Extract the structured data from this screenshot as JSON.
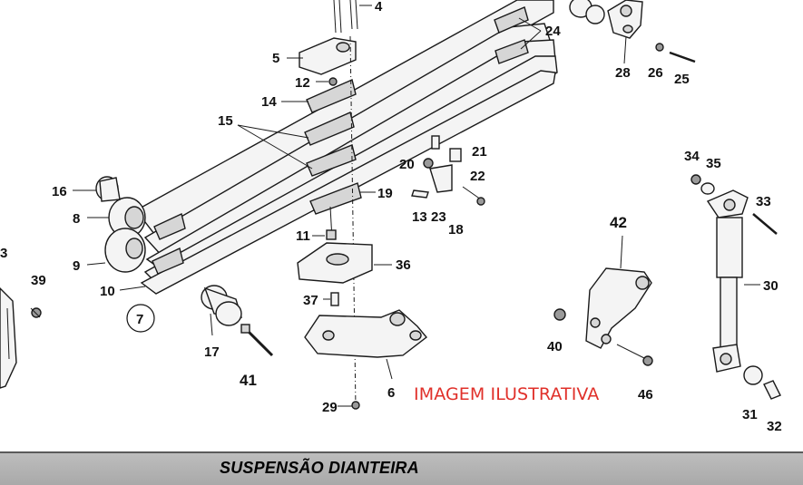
{
  "diagram": {
    "callouts": [
      "4",
      "24",
      "5",
      "12",
      "28",
      "26",
      "25",
      "14",
      "15",
      "21",
      "20",
      "22",
      "34",
      "35",
      "16",
      "19",
      "33",
      "8",
      "13",
      "23",
      "18",
      "42",
      "11",
      "36",
      "9",
      "10",
      "39",
      "7",
      "37",
      "30",
      "40",
      "17",
      "41",
      "6",
      "46",
      "29",
      "31",
      "32",
      "3"
    ]
  },
  "watermark": "IMAGEM ILUSTRATIVA",
  "section": {
    "title": "SUSPENSÃO DIANTEIRA"
  }
}
